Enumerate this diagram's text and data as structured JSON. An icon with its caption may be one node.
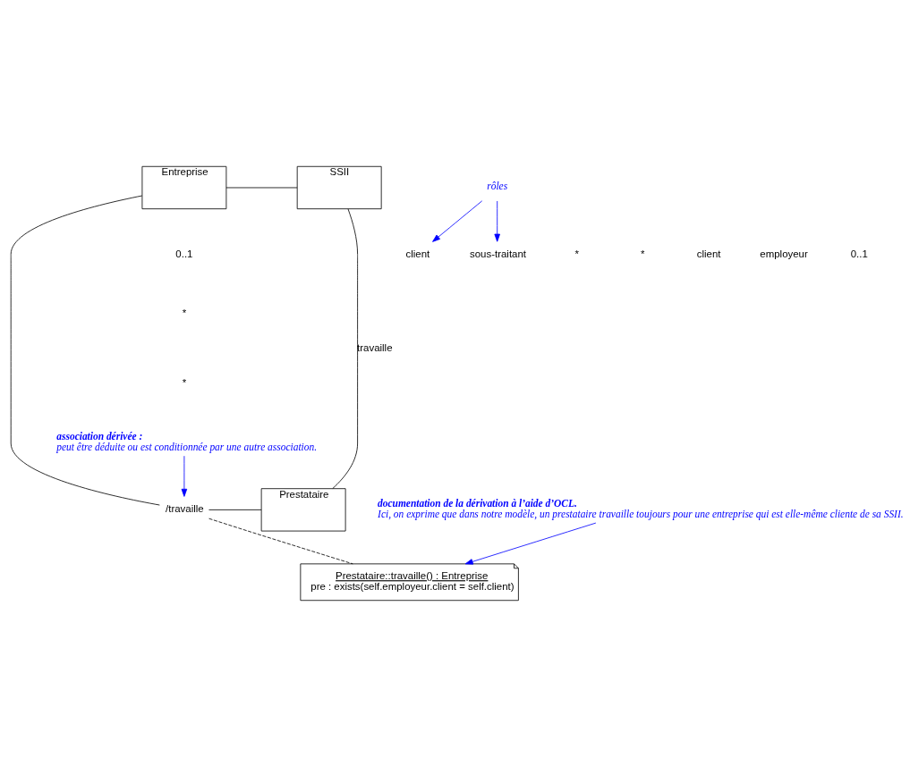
{
  "diagram": {
    "nodes": [
      {
        "text": [
          "Entreprise"
        ]
      },
      {
        "text": [
          "SSII"
        ]
      },
      {
        "text": [
          "Prestataire"
        ]
      },
      {
        "text": [
          "/travaille"
        ]
      },
      {
        "text": [
          "Prestataire::travaille() : Entreprise",
          "pre : exists(self.employeur.client = self.client)"
        ]
      },
      {
        "text": [
          "rôles"
        ]
      },
      {
        "text": [
          "client"
        ]
      },
      {
        "text": [
          "sous-traitant"
        ]
      },
      {
        "text": [
          "association dérivée :",
          "peut être déduite ou est conditionnée par une autre association."
        ]
      },
      {
        "text": [
          "documentation de la dérivation à l’aide d’OCL.",
          "Ici, on exprime que dans notre modèle, un prestataire travaille toujours pour une entreprise qui est elle-même cliente de sa SSII."
        ]
      }
    ],
    "edges": [
      {
        "from": 0,
        "to": 1,
        "arrow": "none"
      },
      {
        "from": 0,
        "to": 3,
        "arrow": "none"
      },
      {
        "from": 3,
        "to": 2,
        "arrow": "none"
      },
      {
        "from": 1,
        "to": 2,
        "arrow": "none",
        "label": "travaille"
      },
      {
        "from": 3,
        "to": 4,
        "arrow": "none",
        "style": "dashed"
      },
      {
        "from": 5,
        "to": 6,
        "arrow": "to",
        "color": "#0000ff"
      },
      {
        "from": 5,
        "to": 7,
        "arrow": "to",
        "color": "#0000ff"
      },
      {
        "from": 8,
        "to": 3,
        "arrow": "to",
        "color": "#0000ff"
      },
      {
        "from": 9,
        "to": 4,
        "arrow": "to",
        "color": "#0000ff"
      }
    ],
    "labels": [
      "*",
      "*",
      "0..1",
      "client",
      "employeur",
      "0..1",
      "*",
      "*"
    ]
  }
}
